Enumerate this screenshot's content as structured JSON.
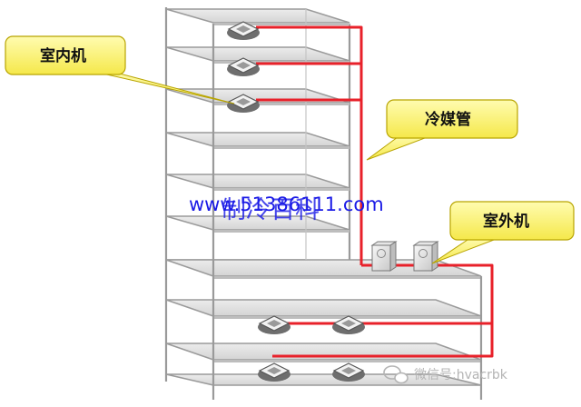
{
  "labels": {
    "indoor_unit": "室内机",
    "refrigerant_pipe": "冷媒管",
    "outdoor_unit": "室外机"
  },
  "watermark": {
    "site": "www.51386111.com",
    "site_overlay": "制冷百科"
  },
  "wechat": {
    "text": "微信号:hvacrbk"
  },
  "colors": {
    "pipe": "#e8212a",
    "callout_fill": "#fff97a",
    "callout_stroke": "#c8b400",
    "floor_fill": "#e3e3e3",
    "floor_stroke": "#9a9a9a",
    "watermark": "#1a1ae6"
  },
  "icons": {
    "indoor": "cassette-unit-icon",
    "outdoor": "outdoor-unit-icon",
    "wechat": "wechat-icon"
  }
}
